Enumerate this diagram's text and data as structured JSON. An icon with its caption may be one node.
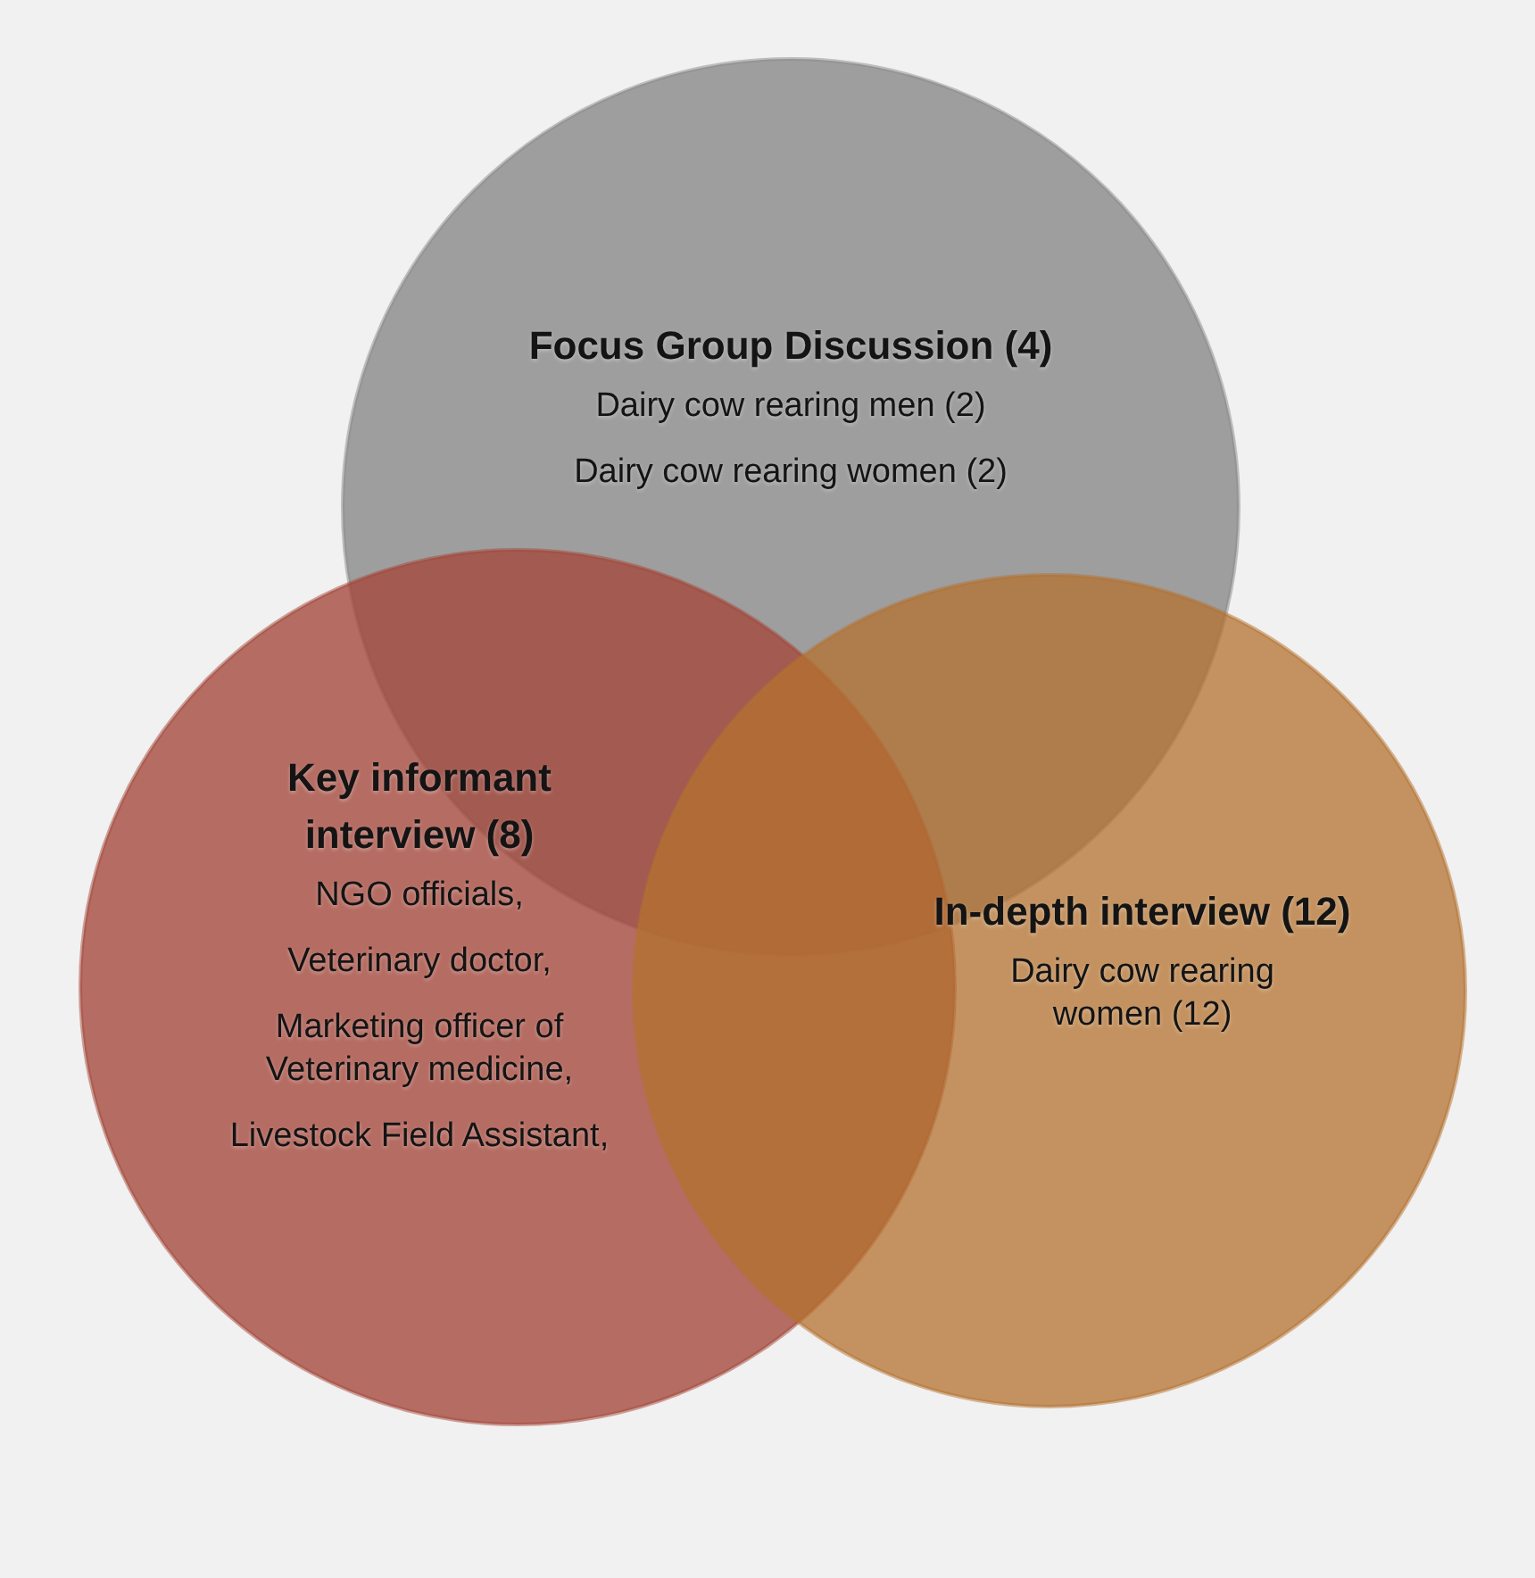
{
  "diagram": {
    "nodes": [
      {
        "text": [
          "Focus Group Discussion (4)",
          "Dairy cow rearing men (2)",
          "Dairy cow rearing women (2)"
        ]
      },
      {
        "text": [
          "Key informant interview (8)",
          "NGO officials,",
          "Veterinary doctor,",
          "Marketing officer of Veterinary medicine,",
          "Livestock Field Assistant,"
        ]
      },
      {
        "text": [
          "In-depth interview (12)",
          "Dairy cow rearing women (12)"
        ]
      }
    ]
  }
}
